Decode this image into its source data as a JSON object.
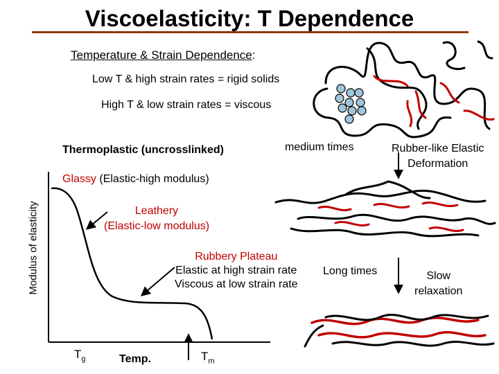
{
  "title": "Viscoelasticity:  T Dependence",
  "subheading": {
    "label": "Temperature & Strain Dependence",
    "suffix": ":"
  },
  "lines": {
    "low": "Low T & high strain rates = rigid solids",
    "high": "High T & low strain rates =  viscous"
  },
  "graph": {
    "heading": "Thermoplastic (uncrosslinked)",
    "ylabel": "Modulus of elasticity",
    "glassy": {
      "term": "Glassy",
      "desc": "(Elastic-high modulus)"
    },
    "leathery": {
      "line1": "Leathery",
      "line2": "(Elastic-low modulus)"
    },
    "rubbery": {
      "line1": "Rubbery Plateau",
      "line2": "Elastic at high strain rate",
      "line3": "Viscous at low strain rate"
    },
    "x_ticks": {
      "tg_main": "T",
      "tg_sub": "g",
      "temp": "Temp.",
      "tm_main": "T",
      "tm_sub": "m"
    }
  },
  "right_labels": {
    "medium_times": "medium times",
    "rubber_line1": "Rubber-like Elastic",
    "rubber_line2": "Deformation",
    "long_times": "Long times",
    "slow_line1": "Slow",
    "slow_line2": "relaxation"
  },
  "colors": {
    "title_rule": "#8b3a0e",
    "red": "#c00000",
    "bead_fill": "#9ec5d8"
  }
}
